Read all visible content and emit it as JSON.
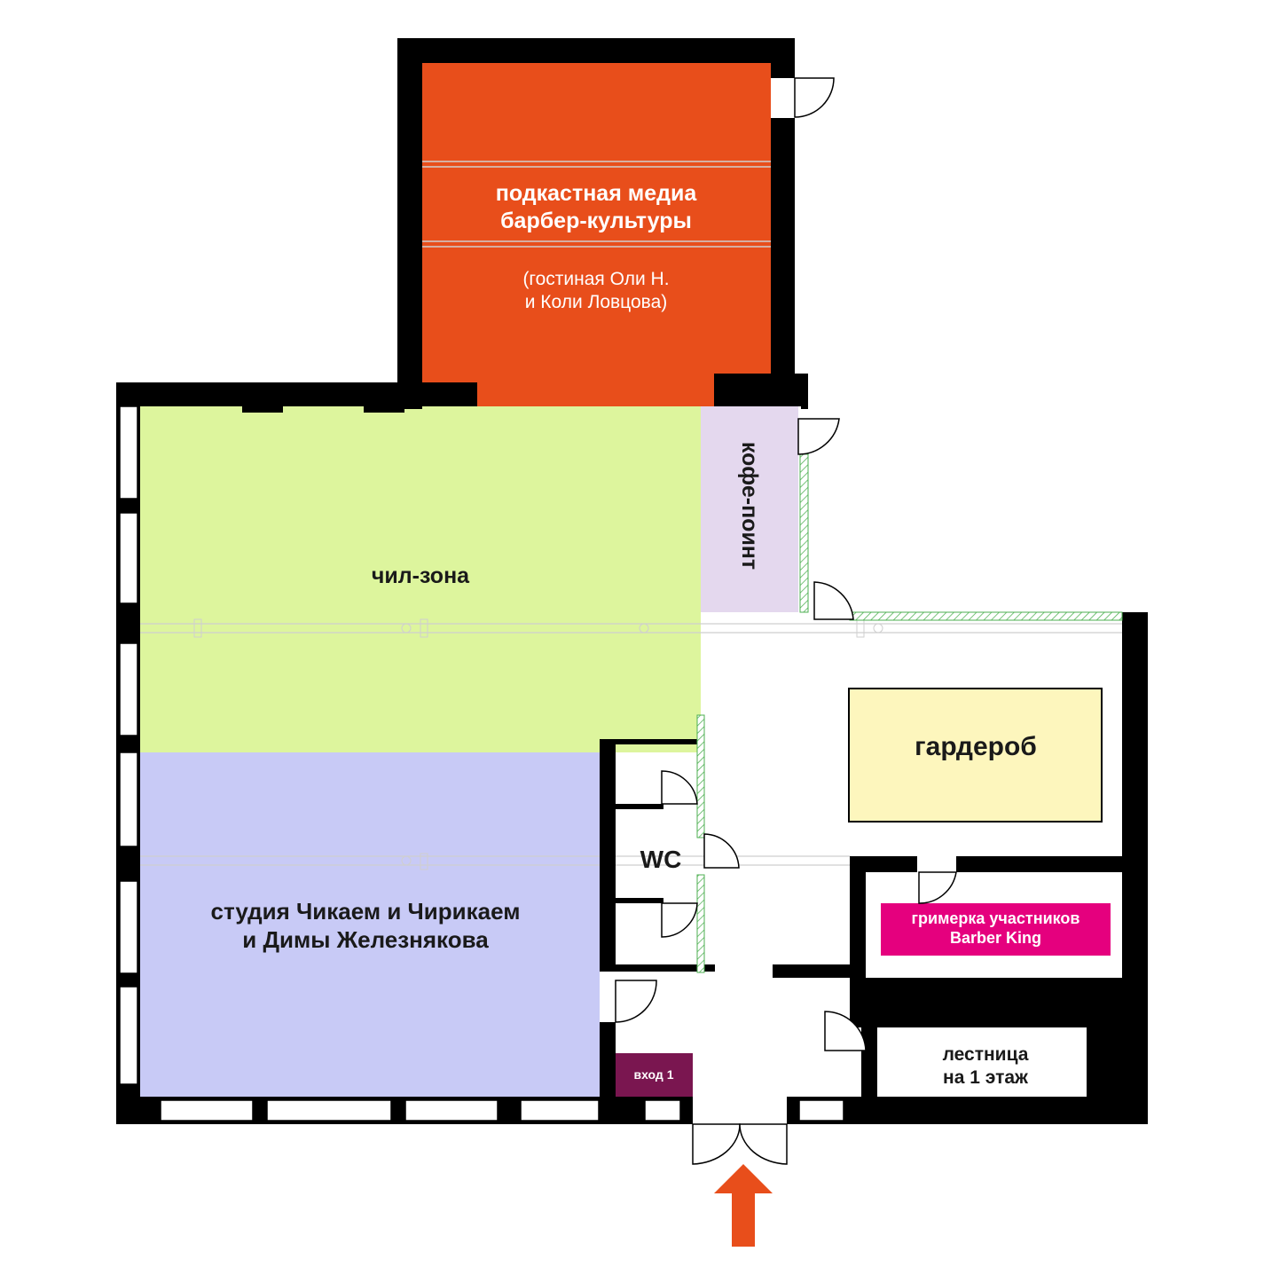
{
  "rooms": {
    "podcast": {
      "title_line1": "подкастная медиа",
      "title_line2": "барбер-культуры",
      "sub_line1": "(гостиная Оли Н.",
      "sub_line2": "и Коли Ловцова)"
    },
    "chill": {
      "title": "чил-зона"
    },
    "coffee": {
      "title": "кофе-поинт"
    },
    "wardrobe": {
      "title": "гардероб"
    },
    "wc": {
      "title": "WC"
    },
    "makeup": {
      "title_line1": "гримерка участников",
      "title_line2": "Barber King"
    },
    "studio": {
      "title_line1": "студия Чикаем и Чирикаем",
      "title_line2": "и Димы Железнякова"
    },
    "entrance": {
      "title": "вход 1"
    },
    "stairs": {
      "title_line1": "лестница",
      "title_line2": "на 1 этаж"
    }
  },
  "entrance_arrow": {
    "icon": "entrance-arrow-icon"
  },
  "colors": {
    "wall": "#000000",
    "podcast": "#e84e1b",
    "chill": "#ddf59d",
    "coffee": "#e4d8ee",
    "wardrobe": "#fdf6bd",
    "makeup": "#e5007e",
    "studio": "#c8caf6",
    "entrance": "#7a1650",
    "arrow": "#e84e1b"
  }
}
